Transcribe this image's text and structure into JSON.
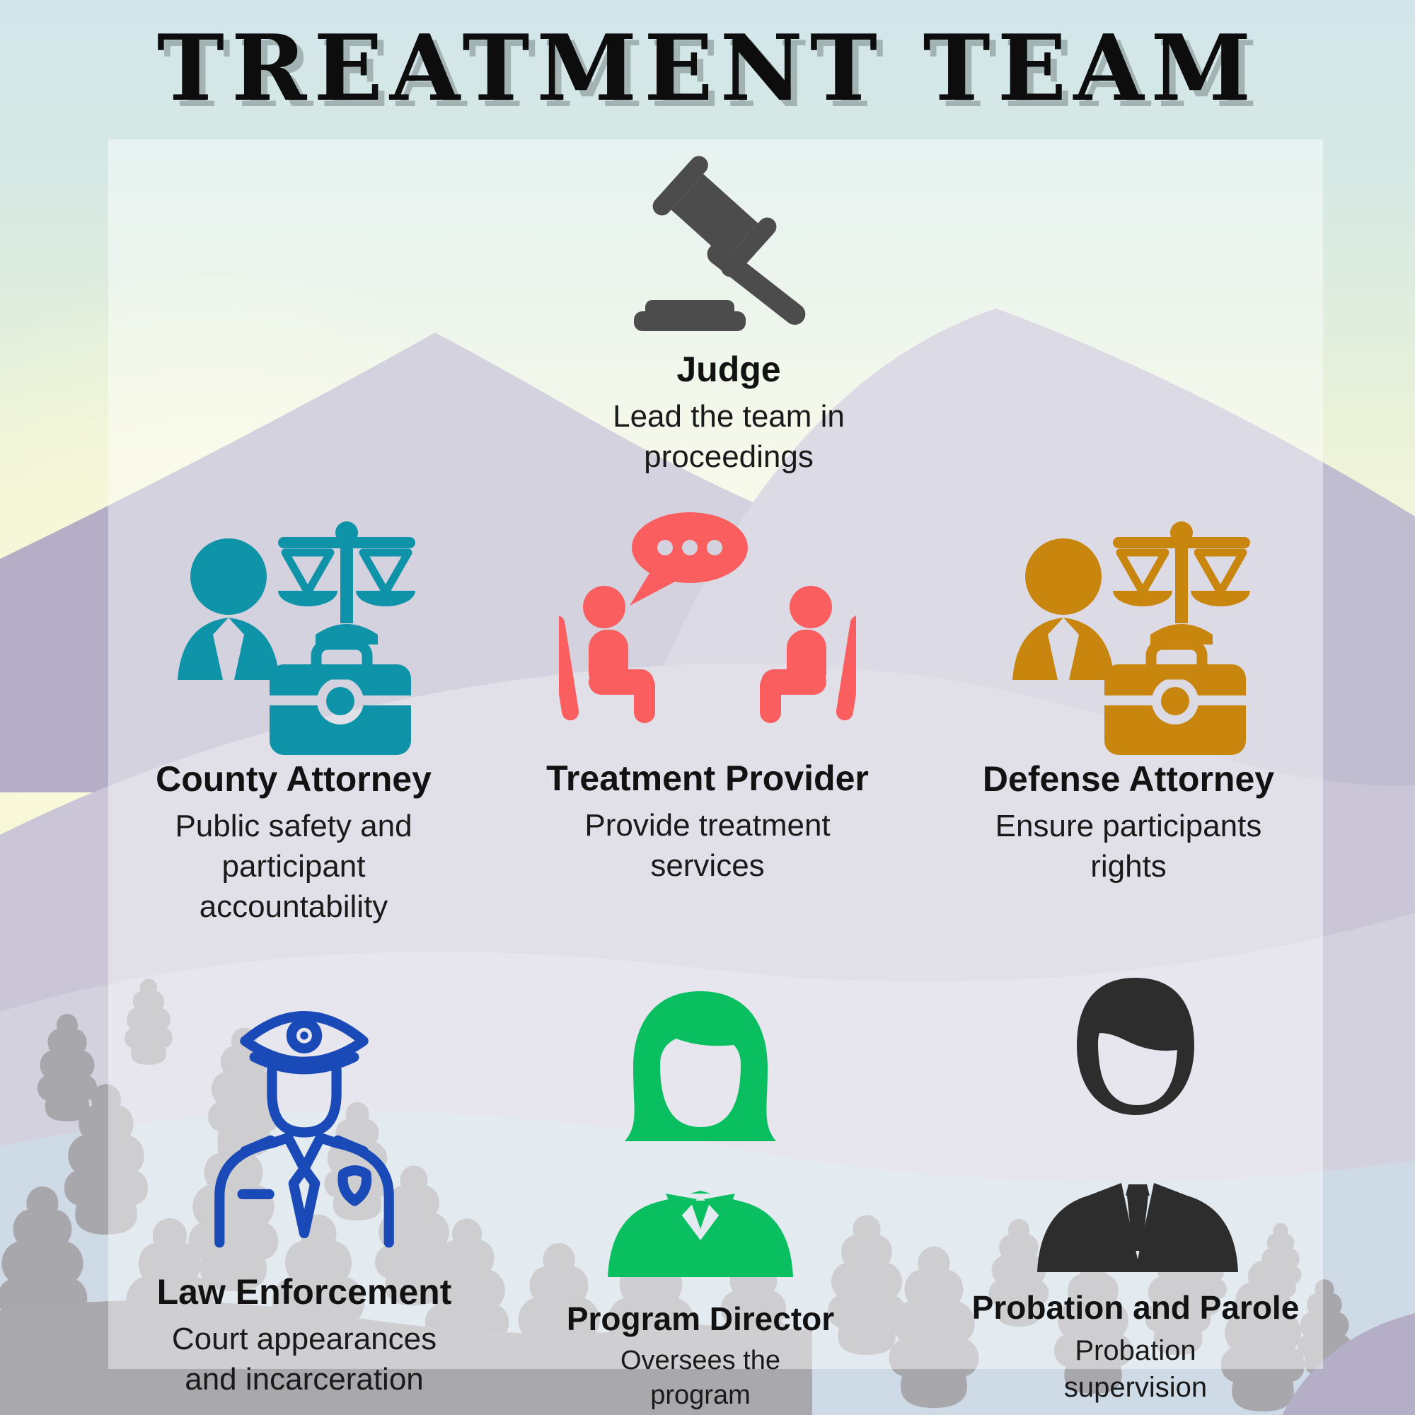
{
  "title": "TREATMENT TEAM",
  "palette": {
    "teal": "#0f93a8",
    "coral": "#fa5e5e",
    "ochre": "#c9860e",
    "blue": "#1a49b8",
    "green": "#0abf60",
    "charcoal": "#2d2d2d",
    "gavel_gray": "#4c4c4c",
    "text_black": "#0d0d0d",
    "sky_top": "#d2e5ea",
    "sun_cream": "#f6f6d9",
    "mountain_back": "#b4afc6",
    "mountain_dome": "#c1bdd0",
    "mountain_mid": "#cac6d7",
    "mountain_low": "#d4d1df",
    "foreground_blue": "#cedbe7",
    "tree_gray": "#a8a8ac",
    "ground_gray": "#a9a9ad",
    "panel": "rgba(255,255,255,0.44)"
  },
  "roles": [
    {
      "id": "judge",
      "name": "Judge",
      "icon": "gavel-icon",
      "lines": [
        "Lead the team in",
        "proceedings"
      ]
    },
    {
      "id": "county-attorney",
      "name": "County Attorney",
      "icon": "attorney-scales-briefcase-icon",
      "lines": [
        "Public safety and",
        "participant",
        "accountability"
      ]
    },
    {
      "id": "treatment-provider",
      "name": "Treatment Provider",
      "icon": "counseling-conversation-icon",
      "lines": [
        "Provide treatment",
        "services"
      ]
    },
    {
      "id": "defense-attorney",
      "name": "Defense Attorney",
      "icon": "attorney-scales-briefcase-icon",
      "lines": [
        "Ensure participants",
        "rights"
      ]
    },
    {
      "id": "law-enforcement",
      "name": "Law Enforcement",
      "icon": "police-officer-icon",
      "lines": [
        "Court appearances",
        "and incarceration"
      ]
    },
    {
      "id": "program-director",
      "name": "Program Director",
      "icon": "businesswoman-icon",
      "lines": [
        "Oversees the",
        "program"
      ]
    },
    {
      "id": "probation-parole",
      "name": "Probation and Parole",
      "icon": "businessman-icon",
      "lines": [
        "Probation",
        "supervision"
      ]
    }
  ]
}
